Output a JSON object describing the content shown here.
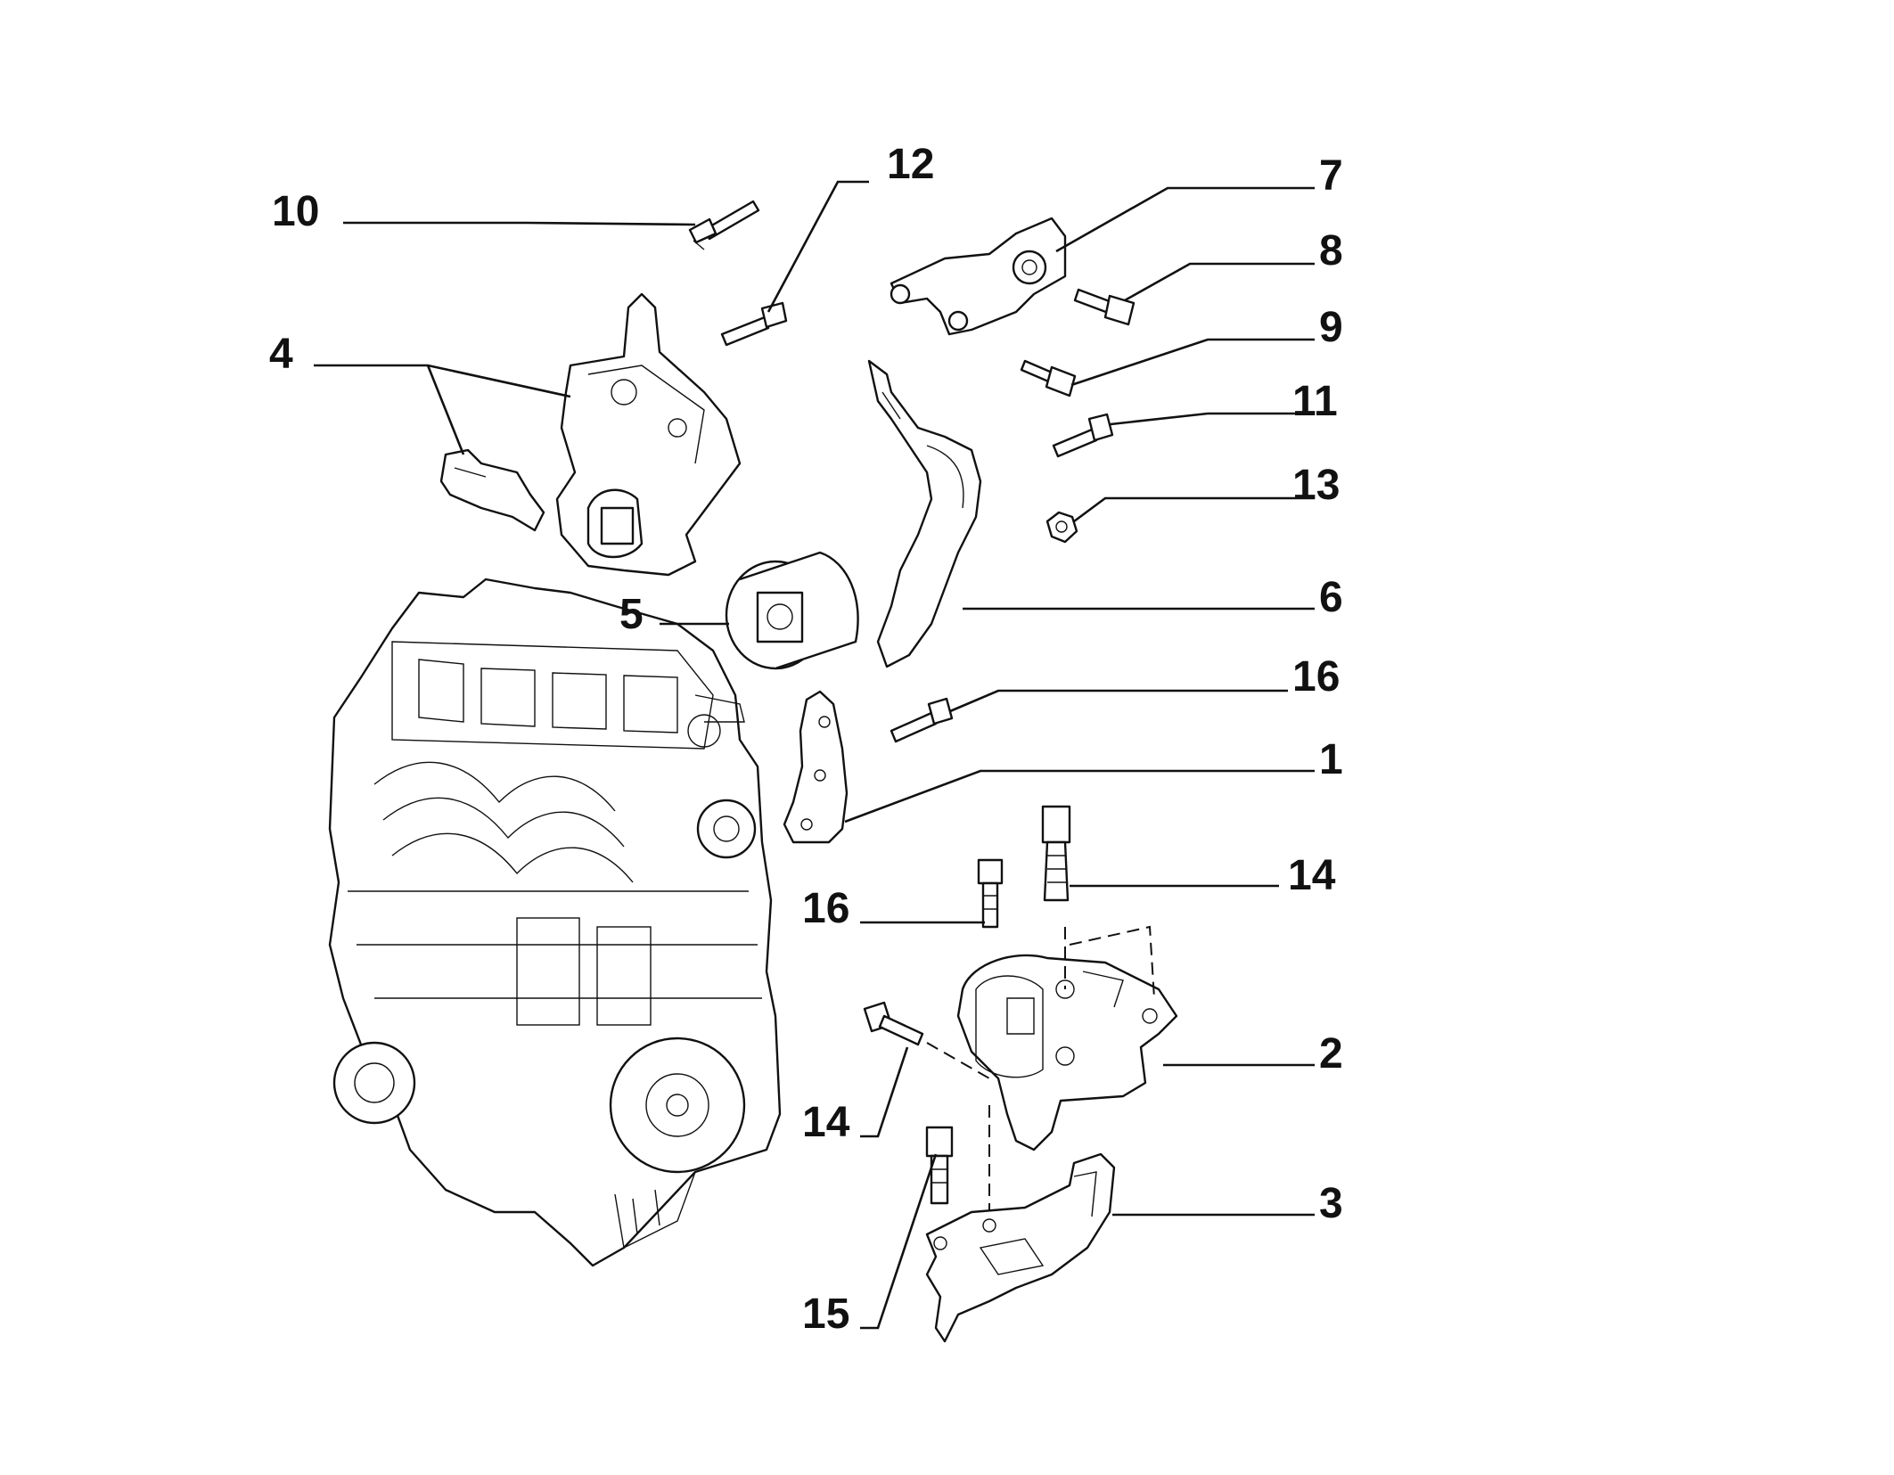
{
  "callouts": [
    {
      "id": "c10",
      "label": "10"
    },
    {
      "id": "c12",
      "label": "12"
    },
    {
      "id": "c7",
      "label": "7"
    },
    {
      "id": "c8",
      "label": "8"
    },
    {
      "id": "c4",
      "label": "4"
    },
    {
      "id": "c9",
      "label": "9"
    },
    {
      "id": "c11",
      "label": "11"
    },
    {
      "id": "c13",
      "label": "13"
    },
    {
      "id": "c5",
      "label": "5"
    },
    {
      "id": "c6",
      "label": "6"
    },
    {
      "id": "c16a",
      "label": "16"
    },
    {
      "id": "c1",
      "label": "1"
    },
    {
      "id": "c14a",
      "label": "14"
    },
    {
      "id": "c16b",
      "label": "16"
    },
    {
      "id": "c2",
      "label": "2"
    },
    {
      "id": "c14b",
      "label": "14"
    },
    {
      "id": "c3",
      "label": "3"
    },
    {
      "id": "c15",
      "label": "15"
    }
  ],
  "colors": {
    "line": "#111111",
    "background": "#ffffff"
  }
}
